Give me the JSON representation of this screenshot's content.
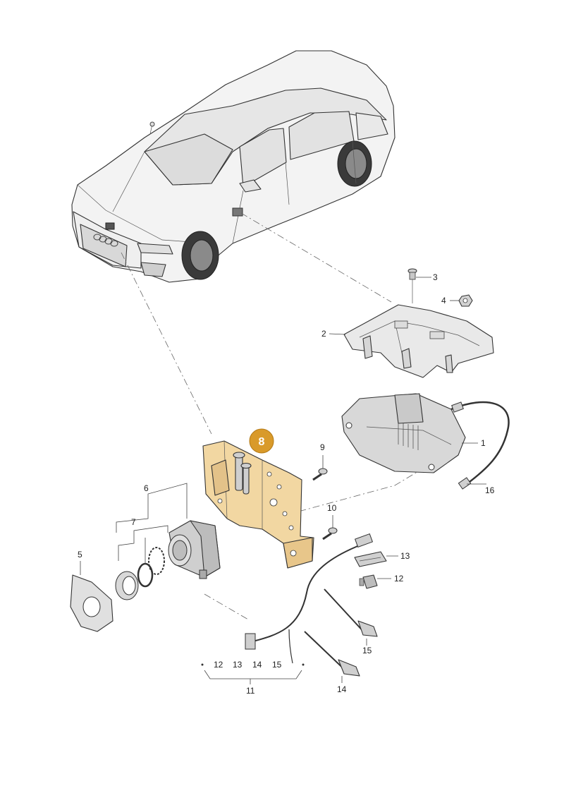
{
  "callouts": {
    "p1": "1",
    "p2": "2",
    "p3": "3",
    "p4": "4",
    "p5": "5",
    "p6": "6",
    "p7": "7",
    "p8": "8",
    "p9": "9",
    "p10": "10",
    "p11": "11",
    "p12": "12",
    "p13": "13",
    "p14": "14",
    "p15": "15",
    "p16": "16",
    "g12": "12",
    "g13": "13",
    "g14": "14",
    "g15": "15"
  },
  "colors": {
    "highlight": "#f2d7a2",
    "badge": "#d99a2a",
    "part_fill": "#e8e8e8",
    "outline": "#333333"
  }
}
